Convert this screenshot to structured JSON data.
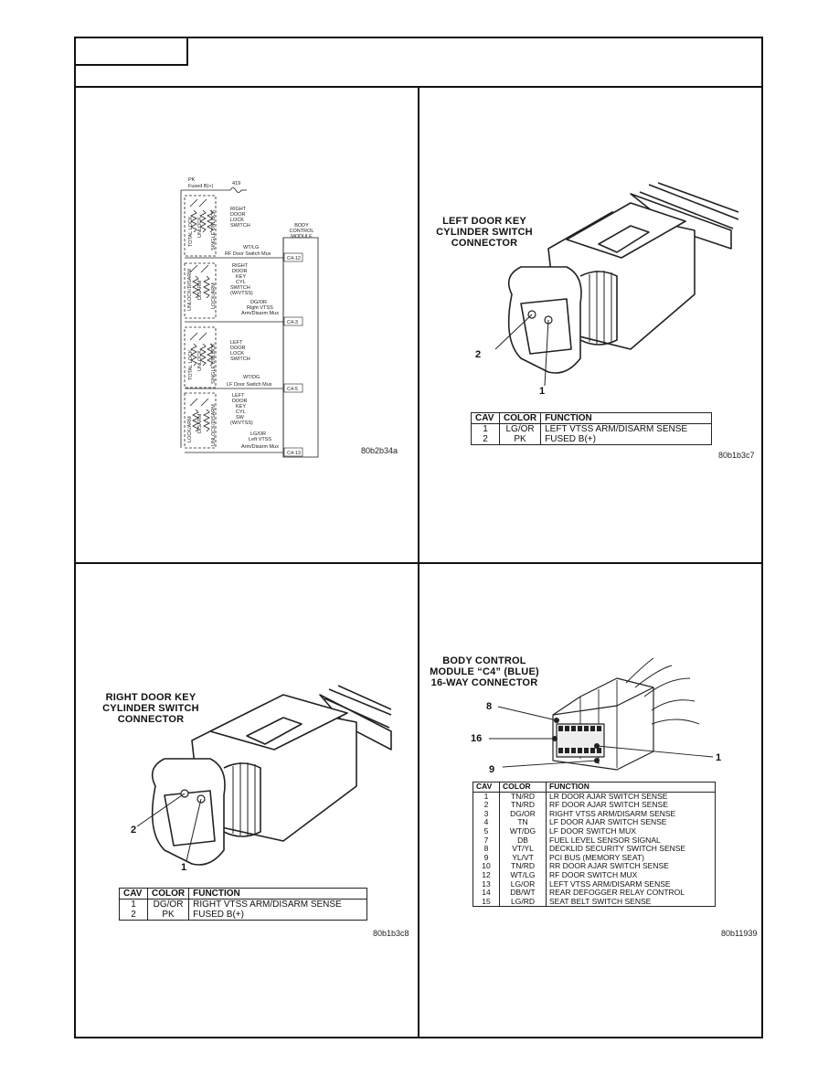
{
  "diagram_panel": {
    "top_label": "PK",
    "fuse_label": "Fused B(+)",
    "fuse_number": "419",
    "module_label": [
      "BODY",
      "CONTROL",
      "MODULE"
    ],
    "switches": [
      {
        "name_lines": [
          "RIGHT",
          "DOOR",
          "LOCK",
          "SWITCH"
        ],
        "contact_labels": [
          "TOTAL LOCK",
          "UNLOCK",
          "SINGLE UNLOCK"
        ],
        "wire_label": "WT/LG",
        "circuit_label": "RF Door Switch Mux",
        "pin": "C4-12"
      },
      {
        "name_lines": [
          "RIGHT",
          "DOOR",
          "KEY",
          "CYL",
          "SWITCH",
          "(W/VTSS)"
        ],
        "contact_labels": [
          "UNLOCK/DISARM",
          "DISARM",
          "LOCK/ARM"
        ],
        "wire_label": "DG/OR",
        "circuit_label_lines": [
          "Right VTSS",
          "Arm/Disarm Mux"
        ],
        "pin": "C4-3"
      },
      {
        "name_lines": [
          "LEFT",
          "DOOR",
          "LOCK",
          "SWITCH"
        ],
        "contact_labels": [
          "TOTAL LOCK",
          "UNLOCK",
          "SINGLE UNLOCK"
        ],
        "wire_label": "WT/DG",
        "circuit_label": "LF Door Switch Mux",
        "pin": "C4-5"
      },
      {
        "name_lines": [
          "LEFT",
          "DOOR",
          "KEY",
          "CYL",
          "SW",
          "(W/VTSS)"
        ],
        "contact_labels": [
          "LOCK/ARM",
          "DISARM",
          "UNLOCK/DISARM"
        ],
        "wire_label": "LG/OR",
        "circuit_label_lines": [
          "Left VTSS",
          "Arm/Disarm Mux"
        ],
        "pin": "C4-13"
      }
    ],
    "figure_id": "80b2b34a"
  },
  "left_key_panel": {
    "title_lines": [
      "LEFT DOOR KEY",
      "CYLINDER SWITCH",
      "CONNECTOR"
    ],
    "callouts": [
      "2",
      "1"
    ],
    "table": {
      "headers": [
        "CAV",
        "COLOR",
        "FUNCTION"
      ],
      "rows": [
        [
          "1",
          "LG/OR",
          "LEFT VTSS ARM/DISARM SENSE"
        ],
        [
          "2",
          "PK",
          "FUSED B(+)"
        ]
      ]
    },
    "figure_id": "80b1b3c7"
  },
  "right_key_panel": {
    "title_lines": [
      "RIGHT DOOR KEY",
      "CYLINDER SWITCH",
      "CONNECTOR"
    ],
    "callouts": [
      "2",
      "1"
    ],
    "table": {
      "headers": [
        "CAV",
        "COLOR",
        "FUNCTION"
      ],
      "rows": [
        [
          "1",
          "DG/OR",
          "RIGHT VTSS ARM/DISARM SENSE"
        ],
        [
          "2",
          "PK",
          "FUSED B(+)"
        ]
      ]
    },
    "figure_id": "80b1b3c8"
  },
  "bcm_panel": {
    "title_lines": [
      "BODY CONTROL",
      "MODULE “C4” (BLUE)",
      "16-WAY CONNECTOR"
    ],
    "callouts": [
      "8",
      "16",
      "9",
      "1"
    ],
    "table": {
      "headers": [
        "CAV",
        "COLOR",
        "FUNCTION"
      ],
      "rows": [
        [
          "1",
          "TN/RD",
          "LR DOOR AJAR SWITCH SENSE"
        ],
        [
          "2",
          "TN/RD",
          "RF DOOR AJAR SWITCH SENSE"
        ],
        [
          "3",
          "DG/OR",
          "RIGHT VTSS ARM/DISARM SENSE"
        ],
        [
          "4",
          "TN",
          "LF DOOR AJAR SWITCH SENSE"
        ],
        [
          "5",
          "WT/DG",
          "LF DOOR SWITCH MUX"
        ],
        [
          "7",
          "DB",
          "FUEL LEVEL SENSOR SIGNAL"
        ],
        [
          "8",
          "VT/YL",
          "DECKLID SECURITY SWITCH SENSE"
        ],
        [
          "9",
          "YL/VT",
          "PCI BUS (MEMORY SEAT)"
        ],
        [
          "10",
          "TN/RD",
          "RR DOOR AJAR SWITCH SENSE"
        ],
        [
          "12",
          "WT/LG",
          "RF DOOR SWITCH MUX"
        ],
        [
          "13",
          "LG/OR",
          "LEFT VTSS ARM/DISARM SENSE"
        ],
        [
          "14",
          "DB/WT",
          "REAR DEFOGGER RELAY CONTROL"
        ],
        [
          "15",
          "LG/RD",
          "SEAT BELT SWITCH SENSE"
        ]
      ]
    },
    "figure_id": "80b11939"
  }
}
